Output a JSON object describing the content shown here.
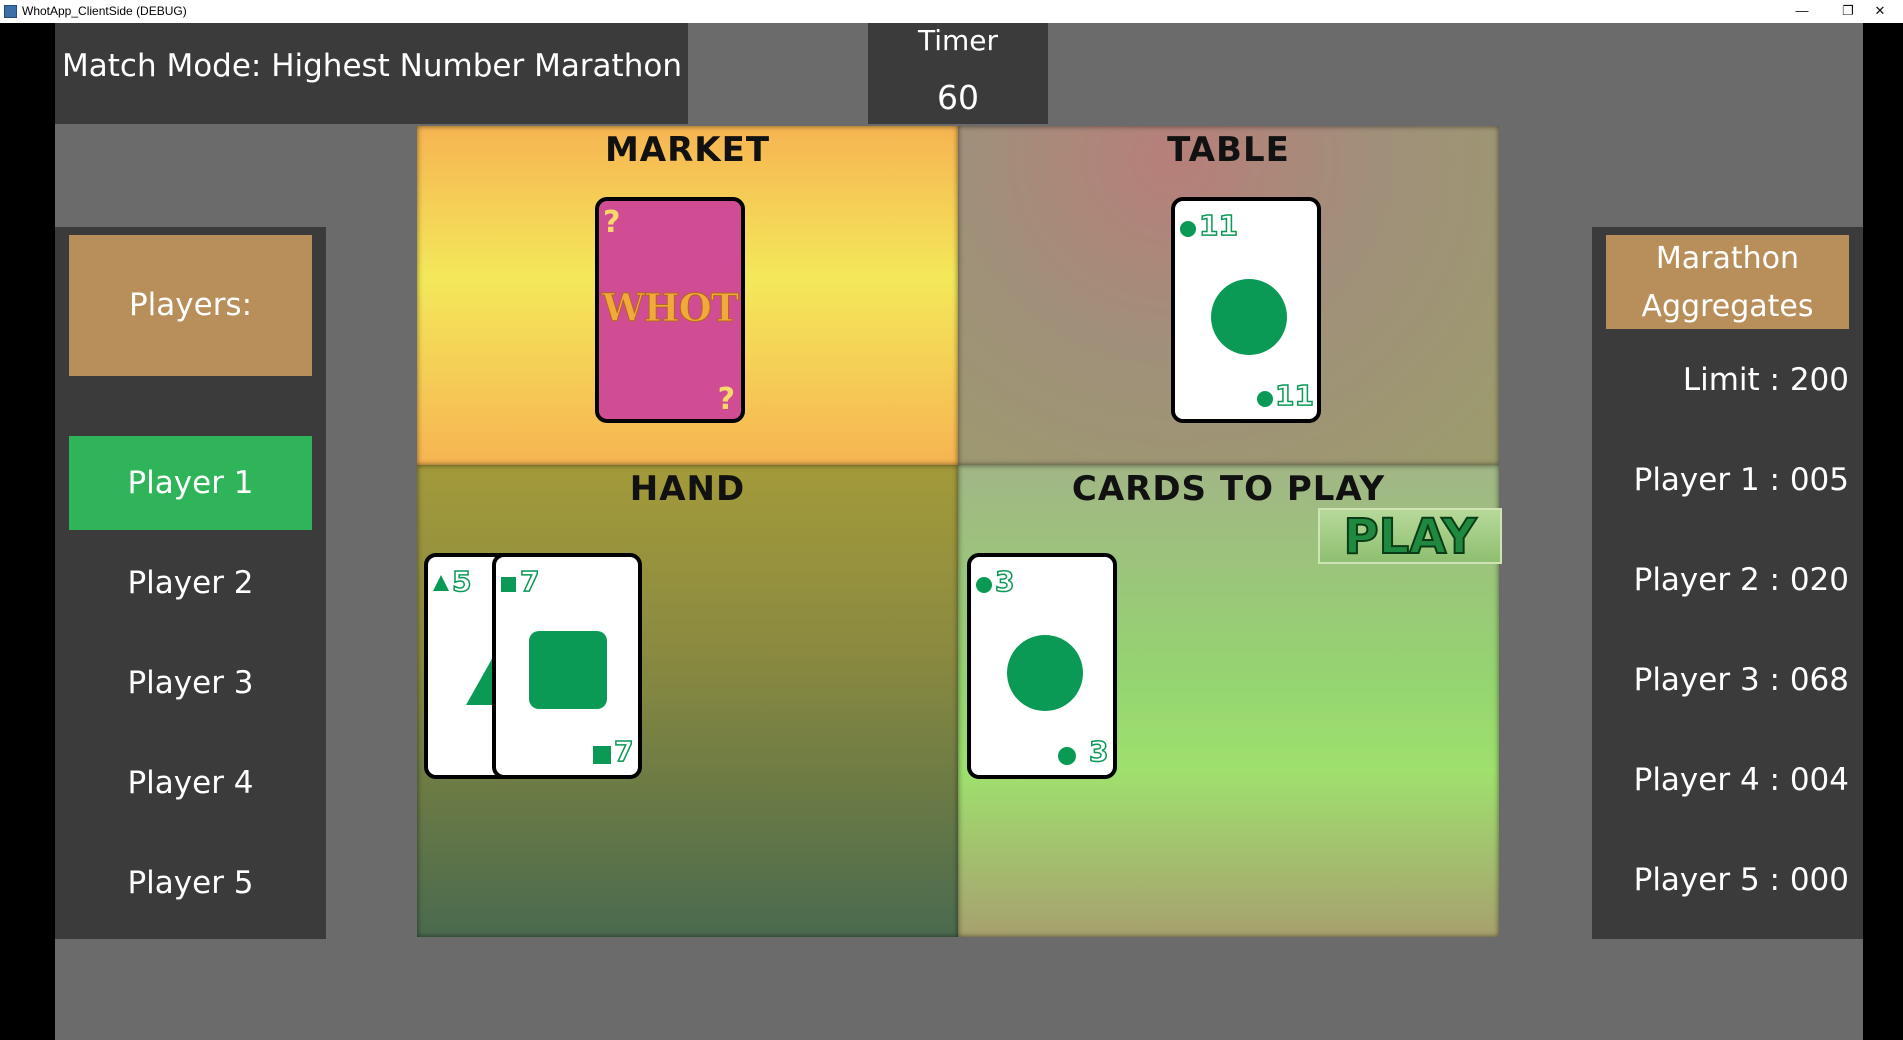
{
  "window": {
    "title": "WhotApp_ClientSide (DEBUG)",
    "minimize_glyph": "—",
    "maximize_glyph": "❐",
    "close_glyph": "✕"
  },
  "match_mode": "Match Mode: Highest Number Marathon",
  "timer": {
    "label": "Timer",
    "value": "60"
  },
  "players_panel": {
    "header": "Players:",
    "active_player": "Player 1",
    "players": [
      "Player 1",
      "Player 2",
      "Player 3",
      "Player 4",
      "Player 5"
    ]
  },
  "aggregates_panel": {
    "header_line1": "Marathon",
    "header_line2": "Aggregates",
    "limit": "Limit : 200",
    "scores": [
      "Player 1 : 005",
      "Player 2 : 020",
      "Player 3 : 068",
      "Player 4 : 004",
      "Player 5 : 000"
    ]
  },
  "zones": {
    "market": {
      "title": "MARKET",
      "card_back": {
        "text": "WHOT",
        "corner_mark": "?"
      }
    },
    "table": {
      "title": "TABLE",
      "card": {
        "shape": "circle",
        "number": "11"
      }
    },
    "hand": {
      "title": "HAND",
      "cards": [
        {
          "shape": "triangle",
          "number": "5"
        },
        {
          "shape": "square",
          "number": "7"
        }
      ]
    },
    "cards_to_play": {
      "title": "CARDS TO PLAY",
      "cards": [
        {
          "shape": "circle",
          "number": "3"
        }
      ],
      "play_button": "PLAY"
    }
  },
  "colors": {
    "game_background": "#6b6b6b",
    "panel_dark": "#3b3b3b",
    "header_tan": "#b88f5a",
    "active_green": "#2fb45a",
    "card_shape_green": "#0a9a55",
    "card_back_pink": "#d04d94",
    "whot_text_orange": "#f2a93b"
  }
}
